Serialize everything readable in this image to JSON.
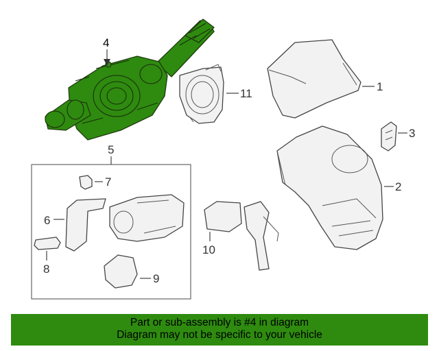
{
  "diagram": {
    "highlight_color": "#2e8b0f",
    "callouts": {
      "c1": "1",
      "c2": "2",
      "c3": "3",
      "c4": "4",
      "c5": "5",
      "c6": "6",
      "c7": "7",
      "c8": "8",
      "c9": "9",
      "c10": "10",
      "c11": "11"
    }
  },
  "footer": {
    "line1": "Part or sub-assembly is #4 in diagram",
    "line2": "Diagram may not be specific to your vehicle"
  }
}
